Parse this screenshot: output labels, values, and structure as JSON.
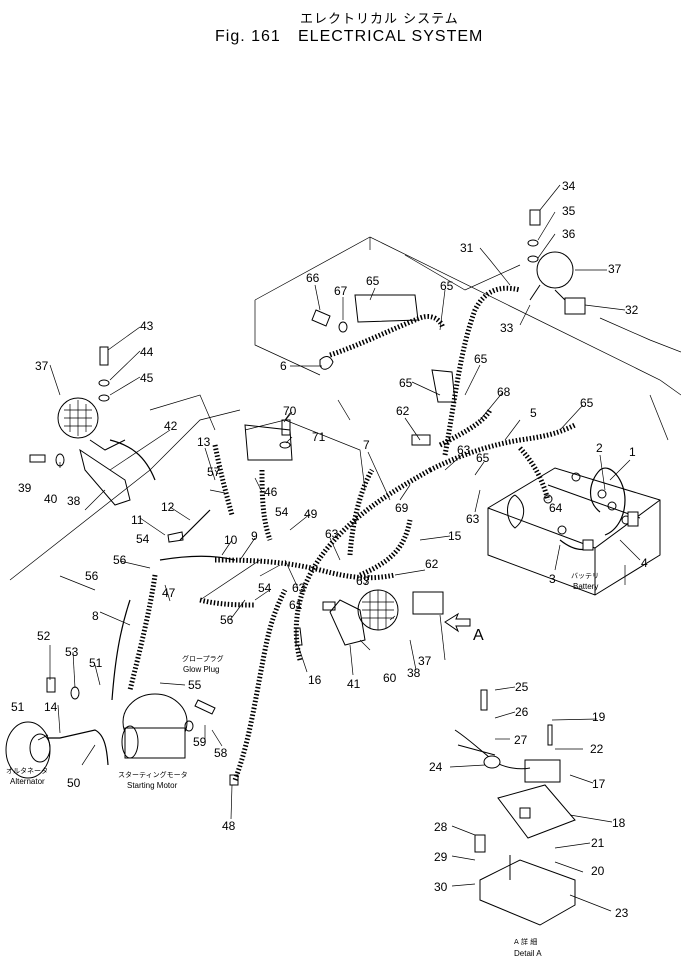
{
  "title": {
    "japanese": "エレクトリカル システム",
    "figure": "Fig. 161",
    "name": "ELECTRICAL SYSTEM"
  },
  "callouts": [
    "1",
    "2",
    "3",
    "4",
    "5",
    "6",
    "7",
    "8",
    "9",
    "10",
    "11",
    "12",
    "13",
    "14",
    "15",
    "16",
    "17",
    "18",
    "19",
    "20",
    "21",
    "22",
    "23",
    "24",
    "25",
    "26",
    "27",
    "28",
    "29",
    "30",
    "31",
    "32",
    "33",
    "34",
    "35",
    "36",
    "37",
    "38",
    "39",
    "40",
    "41",
    "42",
    "43",
    "44",
    "45",
    "46",
    "47",
    "48",
    "49",
    "50",
    "51",
    "52",
    "53",
    "54",
    "55",
    "56",
    "57",
    "58",
    "59",
    "60",
    "61",
    "62",
    "63",
    "64",
    "65",
    "66",
    "67",
    "68",
    "69",
    "70",
    "71"
  ],
  "captions": {
    "battery_jp": "バッテリ",
    "battery_en": "Battery",
    "glow_plug_jp": "グロープラグ",
    "glow_plug_en": "Glow Plug",
    "alternator_jp": "オルタネータ",
    "alternator_en": "Alternator",
    "starting_motor_jp": "スターティングモータ",
    "starting_motor_en": "Starting Motor",
    "detail_jp": "A 詳 細",
    "detail_en": "Detail A",
    "view_arrow": "A"
  }
}
